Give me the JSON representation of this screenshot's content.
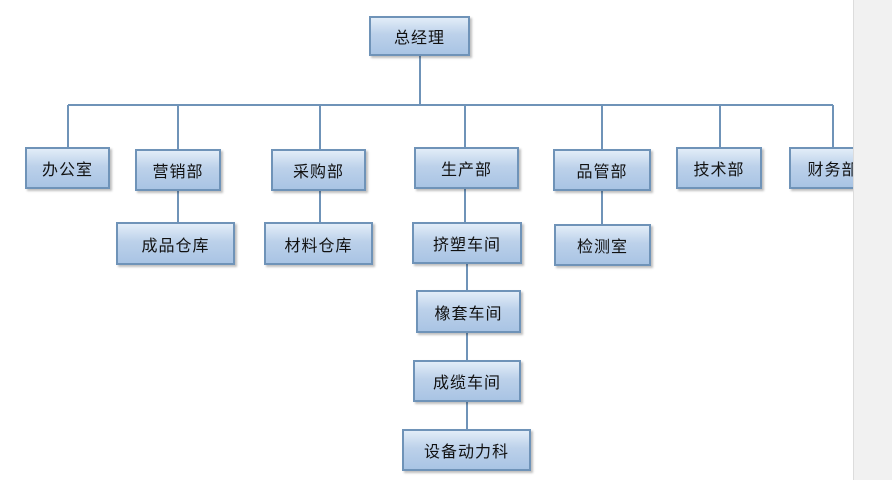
{
  "org_chart": {
    "root": "总经理",
    "departments": {
      "office": "办公室",
      "sales": "营销部",
      "purchasing": "采购部",
      "production": "生产部",
      "quality": "品管部",
      "technology": "技术部",
      "finance": "财务部"
    },
    "sub_units": {
      "finished_goods_warehouse": "成品仓库",
      "materials_warehouse": "材料仓库",
      "extrusion_workshop": "挤塑车间",
      "rubber_sleeve_workshop": "橡套车间",
      "cabling_workshop": "成缆车间",
      "equipment_power_section": "设备动力科",
      "testing_room": "检测室"
    }
  }
}
